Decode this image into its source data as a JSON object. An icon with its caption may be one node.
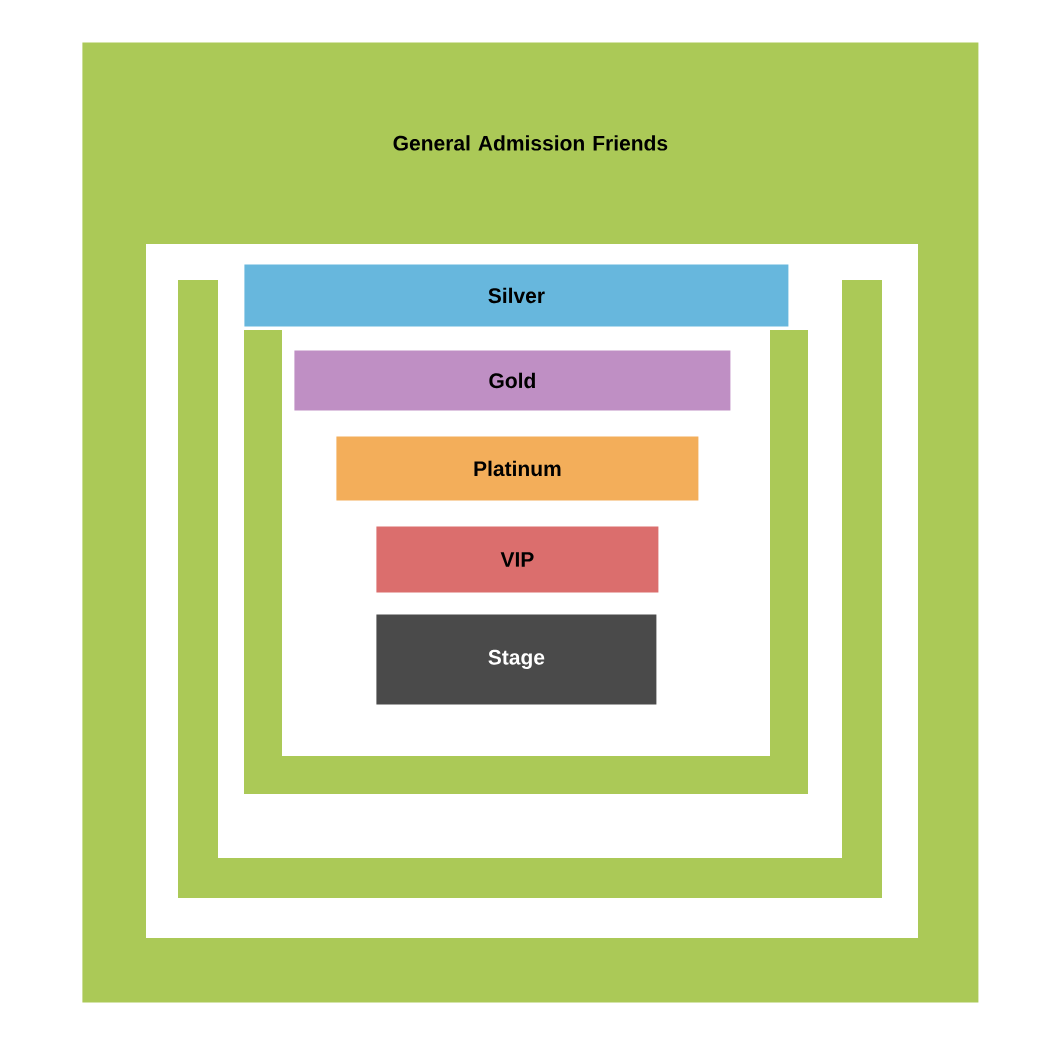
{
  "diagram": {
    "nodes": [
      {
        "text": [
          "General Admission Friends"
        ]
      },
      {
        "text": [],
        "shape": "band",
        "in": 0
      },
      {
        "text": [],
        "shape": "band",
        "in": 0
      },
      {
        "text": [
          "Silver"
        ],
        "in": 0
      },
      {
        "text": [
          "Gold"
        ],
        "in": 0
      },
      {
        "text": [
          "Platinum"
        ],
        "in": 0
      },
      {
        "text": [
          "VIP"
        ],
        "in": 0
      },
      {
        "text": [
          "Stage"
        ],
        "in": 0
      }
    ]
  }
}
